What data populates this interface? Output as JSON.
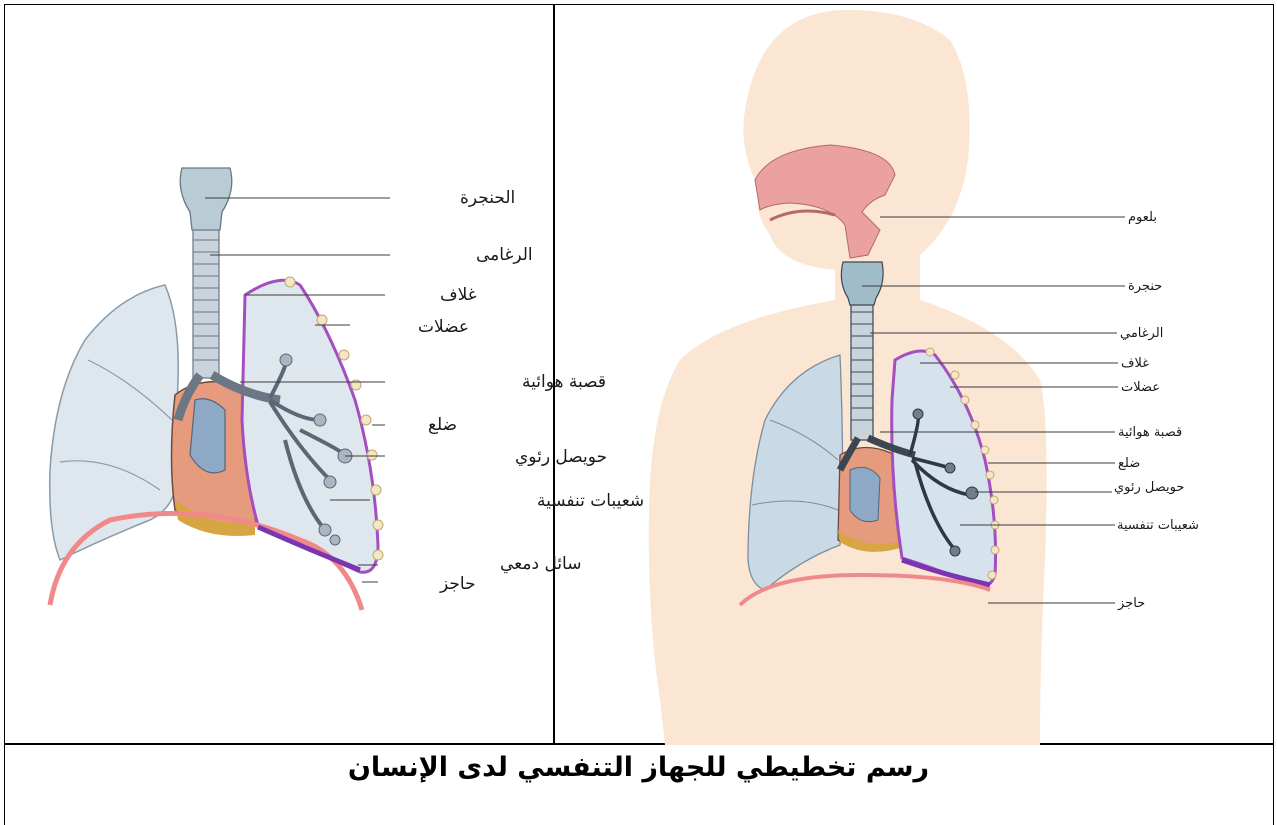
{
  "caption": "رسم تخطيطي للجهاز التنفسي لدى الإنسان",
  "left_panel": {
    "labels": [
      "الحنجرة",
      "الرغامى",
      "غلاف",
      "عضلات",
      "قصبة هوائية",
      "ضلع",
      "حويصل رئوي",
      "شعيبات تنفسية",
      "سائل دمعي",
      "حاجز"
    ]
  },
  "right_panel": {
    "labels": [
      "بلعوم",
      "حنجرة",
      "الرغامي",
      "غلاف",
      "عضلات",
      "قصبة هوائية",
      "ضلع",
      "حويصل رئوي",
      "شعيبات تنفسية",
      "حاجز"
    ]
  },
  "colors": {
    "lung": "#d7e3ec",
    "pleura": "#a44fc0",
    "diaphragm": "#f08a8a",
    "body": "#fbe6d3",
    "pharynx": "#eba1a0",
    "heart": "#e79b7e",
    "heart_blue": "#8ea9c6"
  }
}
